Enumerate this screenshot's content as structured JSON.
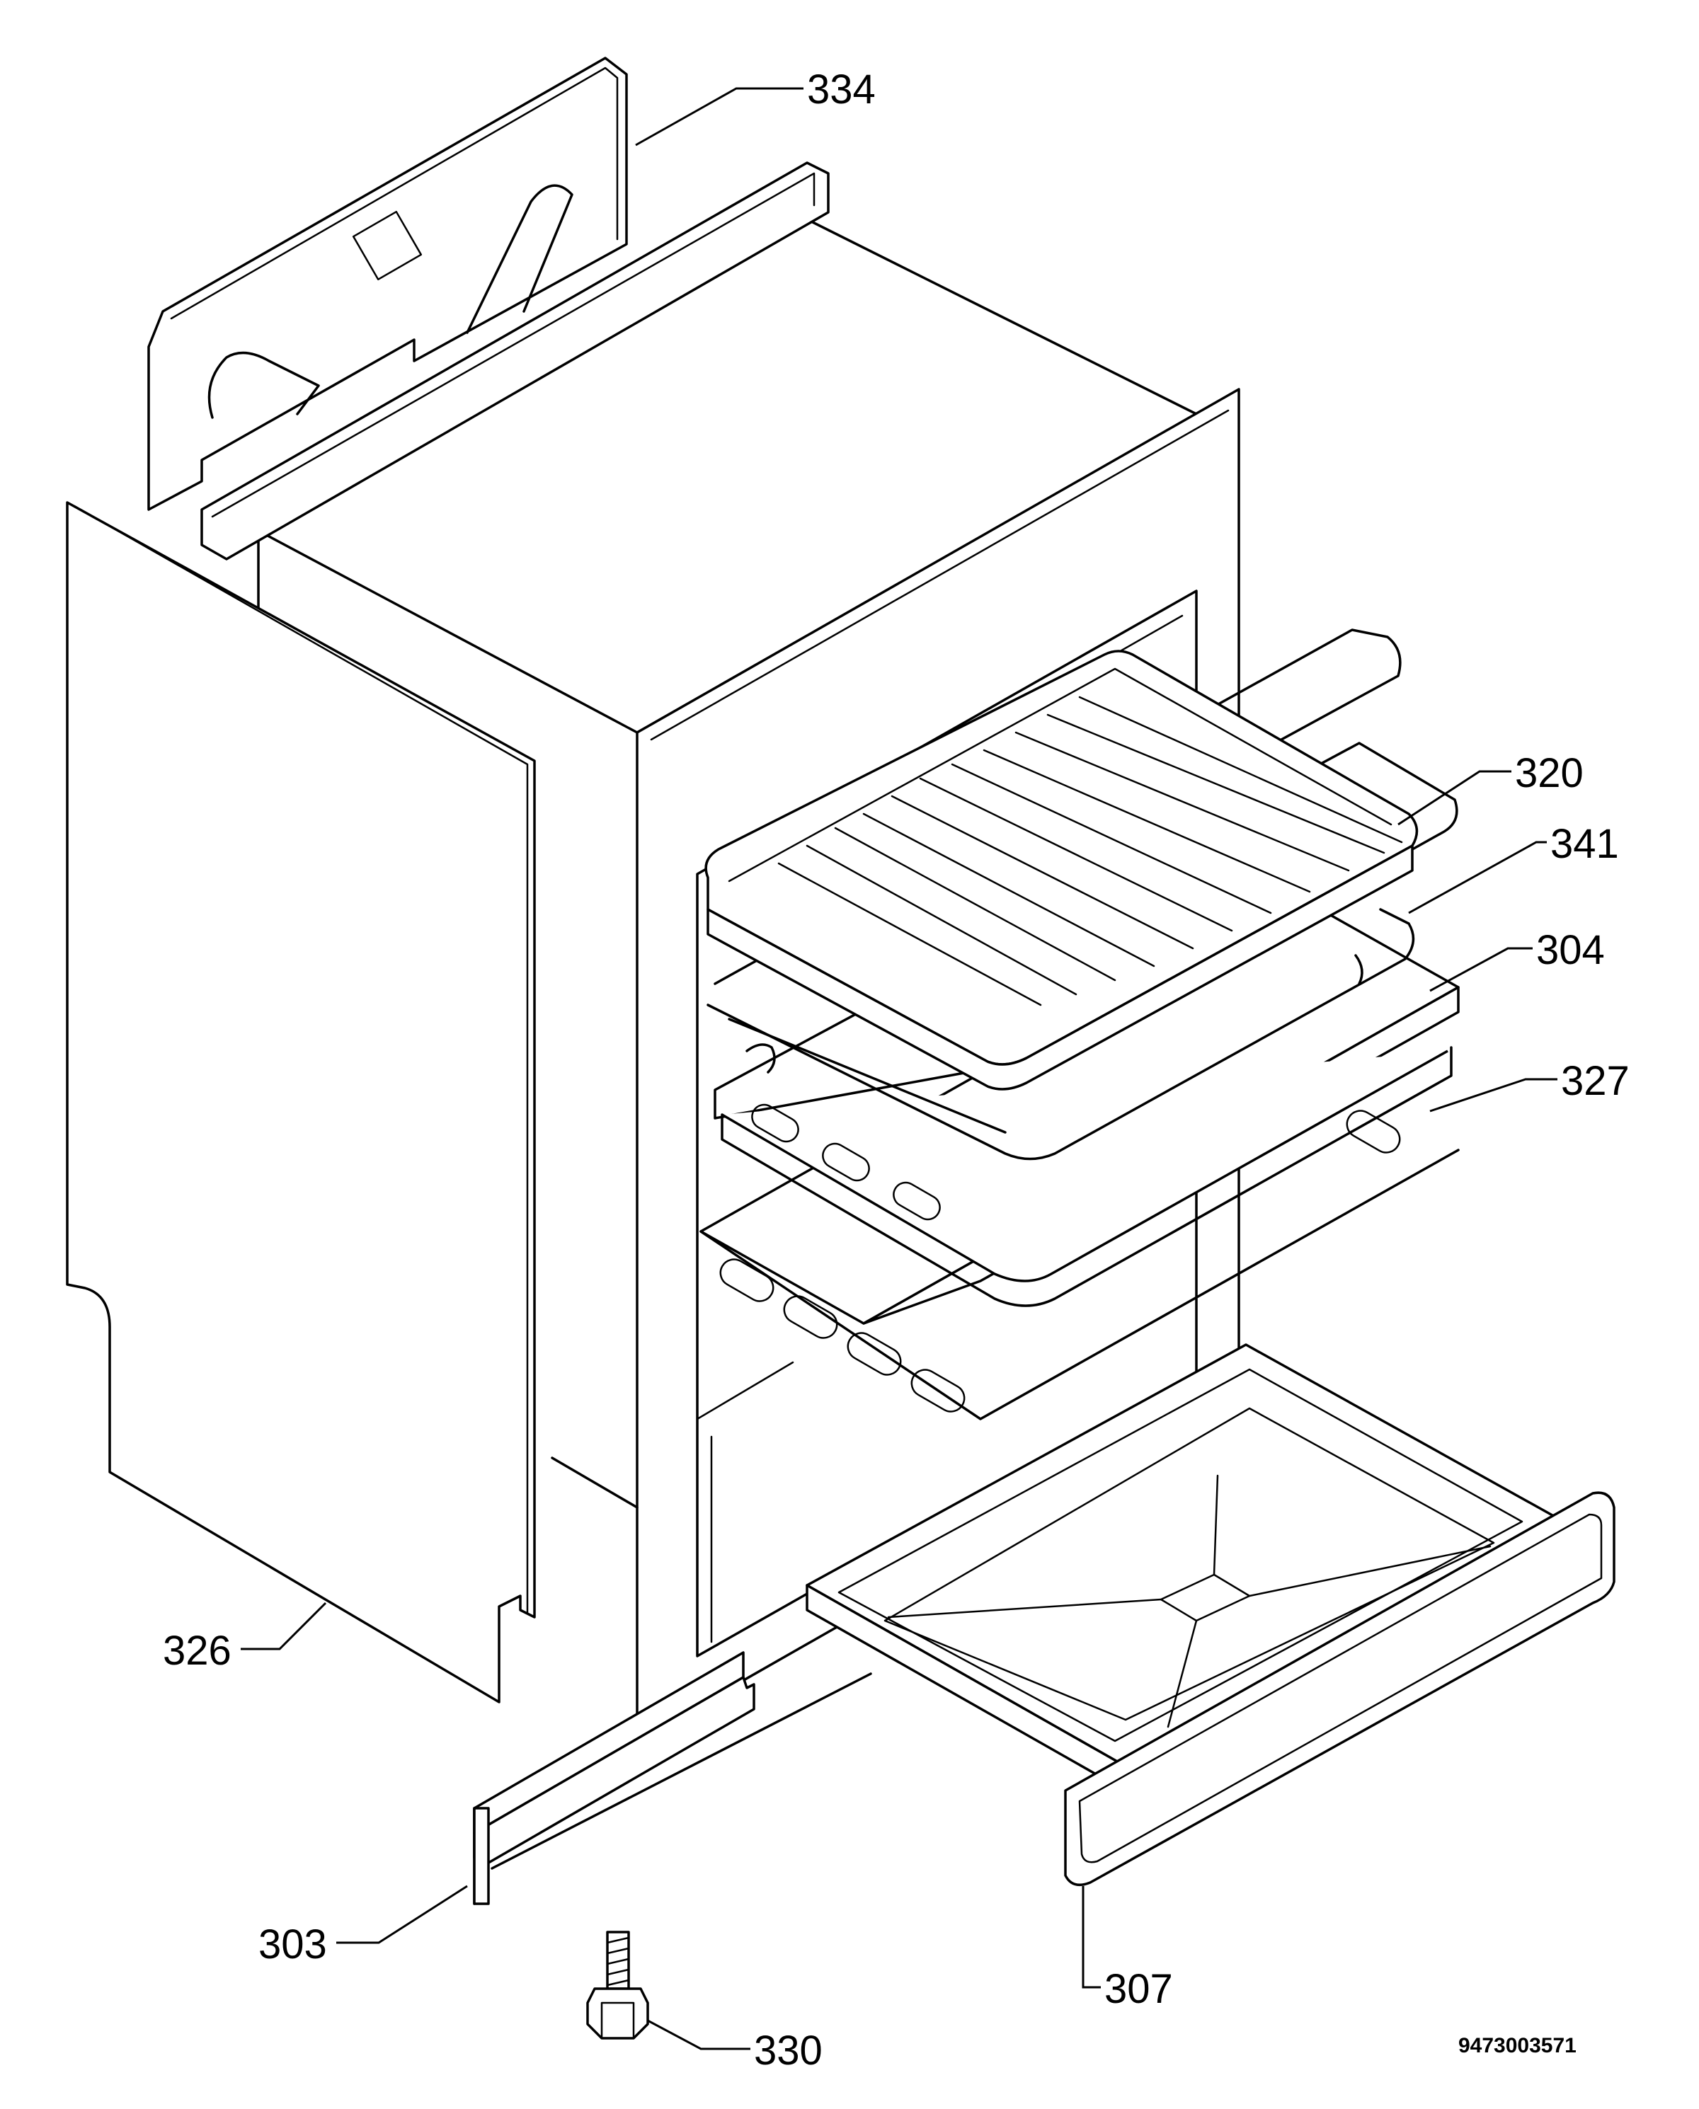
{
  "diagram_code": "9473003571",
  "parts": [
    {
      "id": "334",
      "label": "334"
    },
    {
      "id": "320",
      "label": "320"
    },
    {
      "id": "341",
      "label": "341"
    },
    {
      "id": "304",
      "label": "304"
    },
    {
      "id": "327",
      "label": "327"
    },
    {
      "id": "326",
      "label": "326"
    },
    {
      "id": "303",
      "label": "303"
    },
    {
      "id": "330",
      "label": "330"
    },
    {
      "id": "307",
      "label": "307"
    }
  ]
}
